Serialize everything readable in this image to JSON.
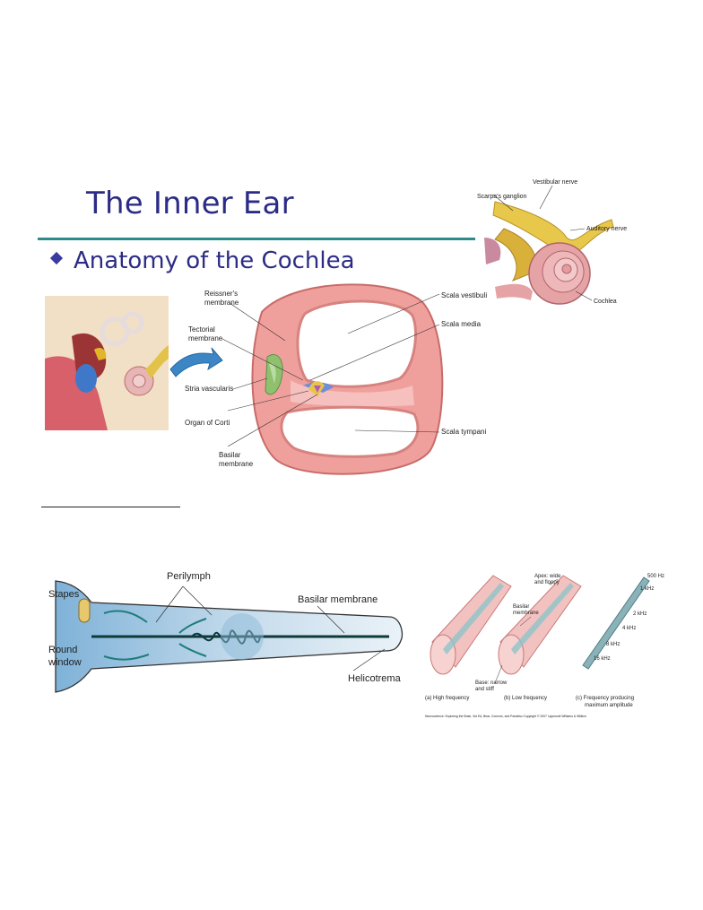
{
  "slide": {
    "title": "The Inner Ear",
    "subtitle": "Anatomy of the Cochlea"
  },
  "top_inset": {
    "labels": [
      "Vestibular nerve",
      "Scarpa's ganglion",
      "Auditory nerve",
      "Cochlea"
    ]
  },
  "cross_section": {
    "labels": {
      "reissner": [
        "Reissner's",
        "membrane"
      ],
      "tectorial": [
        "Tectorial",
        "membrane"
      ],
      "stria": "Stria vascularis",
      "corti": "Organ of Corti",
      "basilar": [
        "Basilar",
        "membrane"
      ],
      "vestibuli": "Scala vestibuli",
      "media": "Scala media",
      "tympani": "Scala tympani"
    }
  },
  "uncoiled": {
    "labels": {
      "perilymph": "Perilymph",
      "stapes": "Stapes",
      "round_window": [
        "Round",
        "window"
      ],
      "basilar": "Basilar membrane",
      "helicotrema": "Helicotrema"
    }
  },
  "frequency_panel": {
    "apex": [
      "Apex: wide",
      "and floppy"
    ],
    "basilar": [
      "Basilar",
      "membrane"
    ],
    "base": [
      "Base: narrow",
      "and stiff"
    ],
    "freqs": [
      "500 Hz",
      "1 kHz",
      "2 kHz",
      "4 kHz",
      "8 kHz",
      "16 kHz"
    ],
    "captions": {
      "a": "(a) High frequency",
      "b": "(b) Low frequency",
      "c": [
        "(c) Frequency producing",
        "maximum amplitude"
      ]
    },
    "credit": "Neuroscience: Exploring the Brain, 3rd Ed, Bear, Connors, and Paradiso Copyright © 2007 Lippincott Williams & Wilkins"
  }
}
